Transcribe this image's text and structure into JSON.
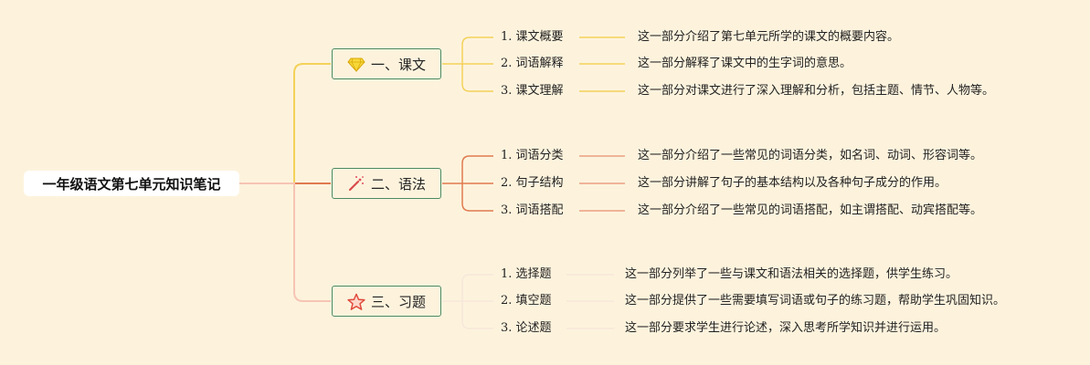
{
  "root": {
    "title": "一年级语文第七单元知识笔记"
  },
  "branches": [
    {
      "label": "一、课文",
      "icon": "diamond-icon",
      "color": "#f3d25a",
      "items": [
        {
          "label": "1. 课文概要",
          "desc": "这一部分介绍了第七单元所学的课文的概要内容。"
        },
        {
          "label": "2. 词语解释",
          "desc": "这一部分解释了课文中的生字词的意思。"
        },
        {
          "label": "3. 课文理解",
          "desc": "这一部分对课文进行了深入理解和分析，包括主题、情节、人物等。"
        }
      ]
    },
    {
      "label": "二、语法",
      "icon": "magic-wand-icon",
      "color": "#e07a4f",
      "items": [
        {
          "label": "1. 词语分类",
          "desc": "这一部分介绍了一些常见的词语分类，如名词、动词、形容词等。"
        },
        {
          "label": "2. 句子结构",
          "desc": "这一部分讲解了句子的基本结构以及各种句子成分的作用。"
        },
        {
          "label": "3. 词语搭配",
          "desc": "这一部分介绍了一些常见的词语搭配，如主谓搭配、动宾搭配等。"
        }
      ]
    },
    {
      "label": "三、习题",
      "icon": "star-icon",
      "color": "#f6c4b4",
      "items": [
        {
          "label": "1. 选择题",
          "desc": "这一部分列举了一些与课文和语法相关的选择题，供学生练习。"
        },
        {
          "label": "2. 填空题",
          "desc": "这一部分提供了一些需要填写词语或句子的练习题，帮助学生巩固知识。"
        },
        {
          "label": "3. 论述题",
          "desc": "这一部分要求学生进行论述，深入思考所学知识并进行运用。"
        }
      ]
    }
  ]
}
